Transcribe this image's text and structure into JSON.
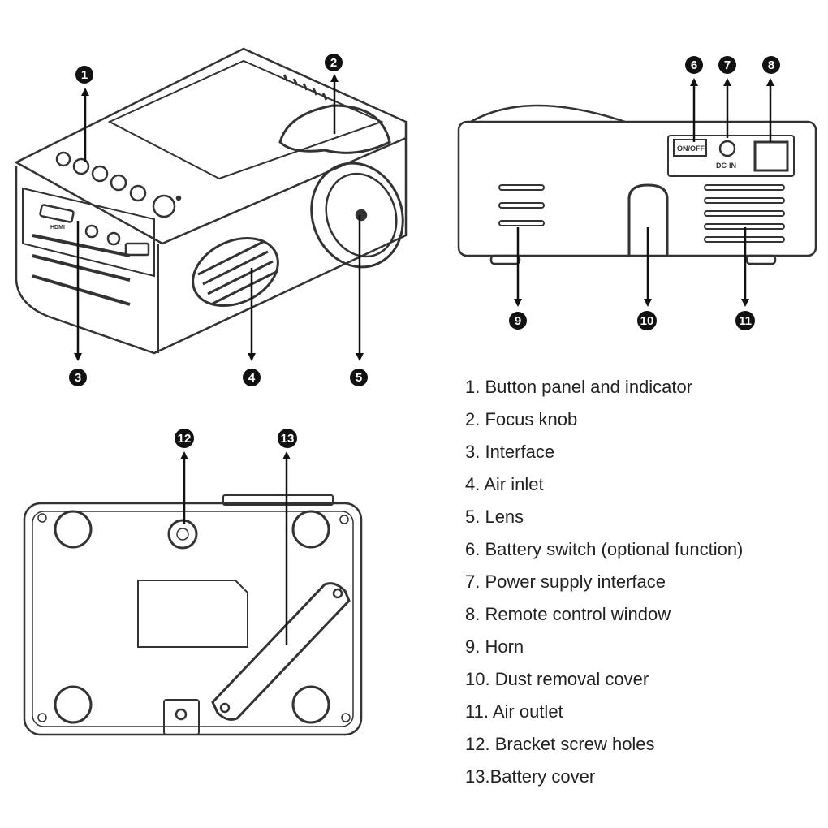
{
  "callouts": [
    "1",
    "2",
    "3",
    "4",
    "5",
    "6",
    "7",
    "8",
    "9",
    "10",
    "11",
    "12",
    "13"
  ],
  "device_labels": {
    "hdmi": "HDMI",
    "switch": "ON/OFF",
    "dc_in": "DC-IN"
  },
  "legend": [
    "1. Button panel and indicator",
    "2. Focus knob",
    "3. Interface",
    "4. Air inlet",
    "5. Lens",
    "6. Battery switch (optional function)",
    "7. Power supply interface",
    "8. Remote control window",
    "9. Horn",
    "10. Dust removal cover",
    "11. Air outlet",
    "12. Bracket screw holes",
    "13.Battery cover"
  ],
  "colors": {
    "line": "#333333",
    "callout_fill": "#111111",
    "text": "#222222"
  }
}
